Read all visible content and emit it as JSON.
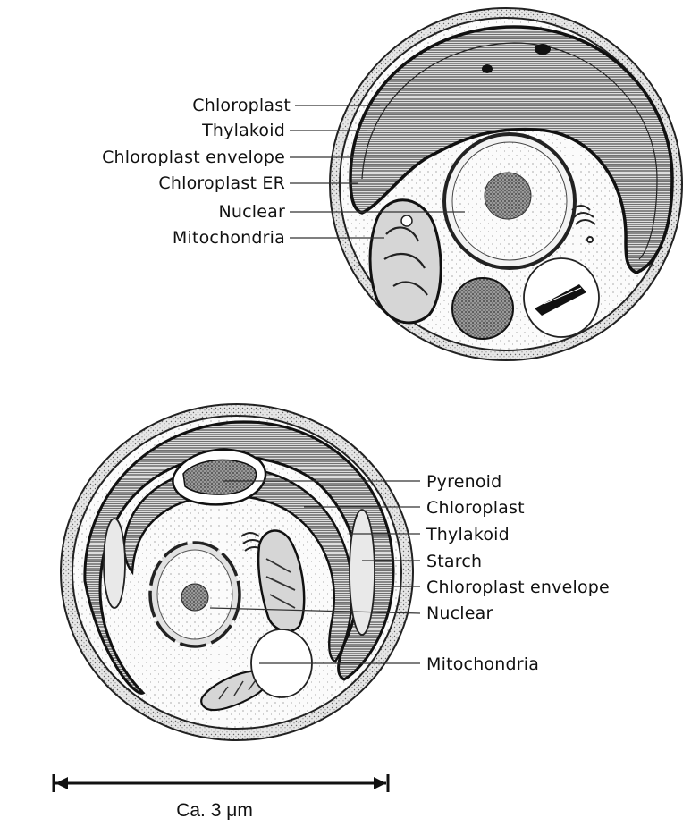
{
  "top_cell": {
    "labels": {
      "chloroplast": "Chloroplast",
      "thylakoid": "Thylakoid",
      "chloroplast_envelope": "Chloroplast envelope",
      "chloroplast_er": "Chloroplast ER",
      "nuclear": "Nuclear",
      "mitochondria": "Mitochondria"
    }
  },
  "bottom_cell": {
    "labels": {
      "pyrenoid": "Pyrenoid",
      "chloroplast": "Chloroplast",
      "thylakoid": "Thylakoid",
      "starch": "Starch",
      "chloroplast_envelope": "Chloroplast envelope",
      "nuclear": "Nuclear",
      "mitochondria": "Mitochondria"
    }
  },
  "scale_bar": {
    "label": "Ca. 3 μm"
  }
}
